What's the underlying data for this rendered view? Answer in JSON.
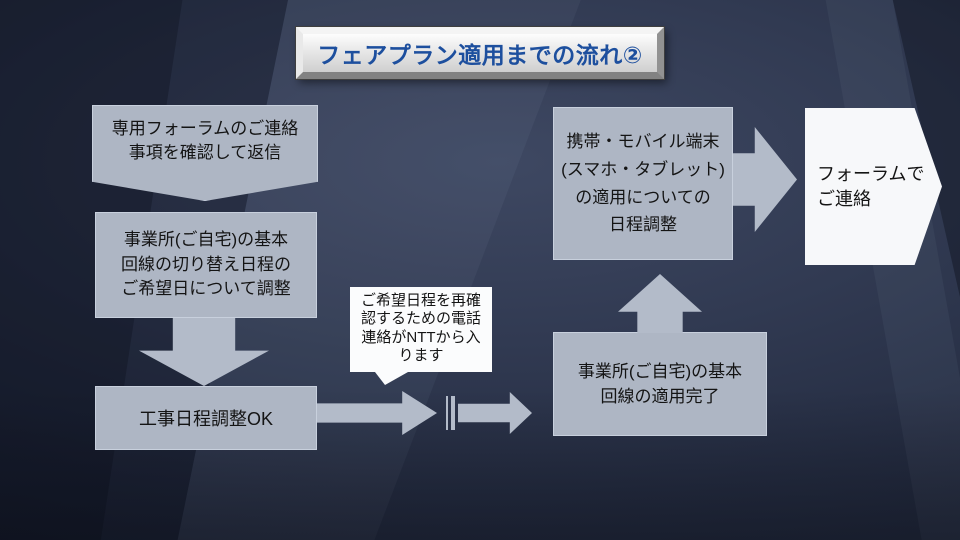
{
  "title": {
    "text": "フェアプラン適用までの流れ②"
  },
  "nodes": {
    "step1": {
      "text": "専用フォーラムのご連絡\n事項を確認して返信"
    },
    "step2": {
      "text": "事業所(ご自宅)の基本\n回線の切り替え日程の\nご希望日について調整"
    },
    "step3": {
      "text": "工事日程調整OK"
    },
    "step4": {
      "text": "事業所(ご自宅)の基本\n回線の適用完了"
    },
    "step5": {
      "text": "携帯・モバイル端末\n(スマホ・タブレット)\nの適用についての\n日程調整"
    },
    "step6": {
      "text": "フォーラムで\nご連絡"
    },
    "callout": {
      "text": "ご希望日程を再確\n認するための電話\n連絡がNTTから入\nります"
    }
  },
  "colors": {
    "background": "#2b3448",
    "node_fill": "#aeb6c4",
    "arrow_fill": "#b3bbc9",
    "callout_fill": "#fbfcfd",
    "end_node_fill": "#f7f8fa",
    "title_text": "#1d4f9e",
    "title_face": "#e3e3e3",
    "body_text": "#141414"
  }
}
